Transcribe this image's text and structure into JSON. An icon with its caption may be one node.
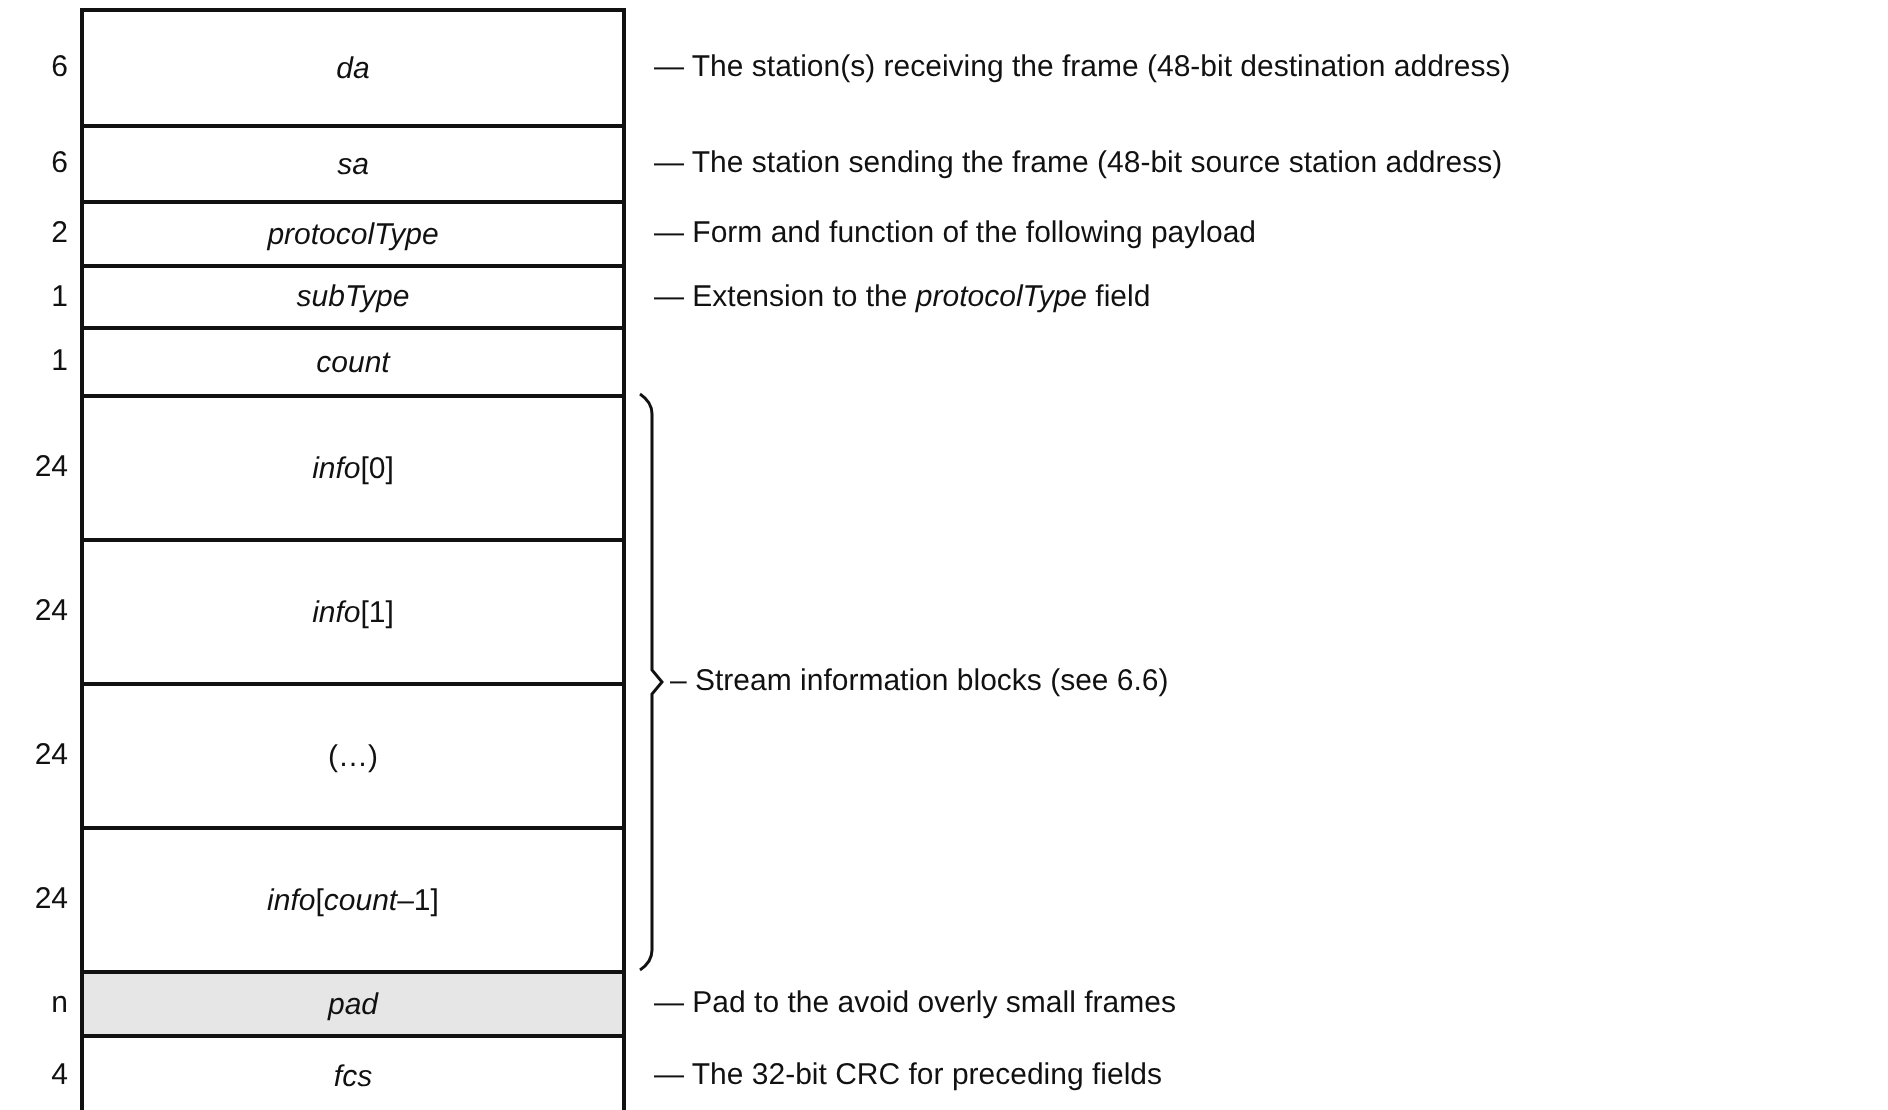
{
  "diagram": {
    "nodes": [
      {
        "text": [
          "da"
        ],
        "beside": [
          "6",
          "— The station(s) receiving the frame (48-bit destination address)"
        ]
      },
      {
        "text": [
          "sa"
        ],
        "beside": [
          "6",
          "— The station sending the frame (48-bit source station address)"
        ]
      },
      {
        "text": [
          "protocolType"
        ],
        "beside": [
          "2",
          "— Form and function of the following payload"
        ]
      },
      {
        "text": [
          "subType"
        ],
        "beside": [
          "1",
          "— Extension to the *protocolType* field"
        ]
      },
      {
        "text": [
          "count"
        ],
        "beside": [
          "1"
        ]
      },
      {
        "text": [
          "*info*[0]"
        ],
        "beside": [
          "24"
        ]
      },
      {
        "text": [
          "*info*[1]"
        ],
        "beside": [
          "24"
        ]
      },
      {
        "text": [
          "(…)"
        ],
        "beside": [
          "24"
        ]
      },
      {
        "text": [
          "*info*[*count*–1]"
        ],
        "beside": [
          "24"
        ]
      },
      {
        "text": [
          "pad"
        ],
        "beside": [
          "n",
          "— Pad to the avoid overly small frames"
        ]
      },
      {
        "text": [
          "fcs"
        ],
        "beside": [
          "4",
          "— The 32-bit CRC for preceding fields"
        ]
      }
    ],
    "labels": [
      "– Stream information blocks (see 6.6)"
    ]
  }
}
